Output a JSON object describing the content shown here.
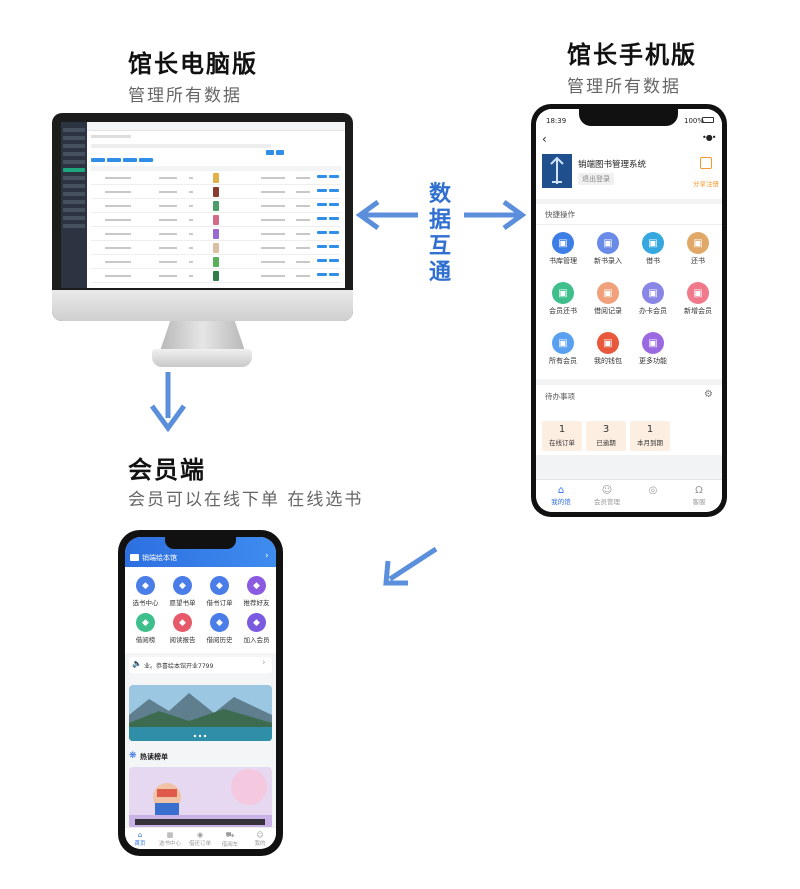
{
  "desktop": {
    "title": "馆长电脑版",
    "subtitle": "管理所有数据"
  },
  "mobile_admin": {
    "title": "馆长手机版",
    "subtitle": "管理所有数据",
    "status_time": "18:39",
    "battery": "100%",
    "app_name": "销端图书管理系统",
    "logout_label": "退出登录",
    "share_label": "分享注册",
    "quick_section": "快捷操作",
    "quick_items": [
      {
        "label": "书库管理",
        "color": "#3c7de6"
      },
      {
        "label": "新书录入",
        "color": "#6a8be8"
      },
      {
        "label": "借书",
        "color": "#35a8e0"
      },
      {
        "label": "还书",
        "color": "#e0a96a"
      },
      {
        "label": "会员还书",
        "color": "#3fbf8c"
      },
      {
        "label": "借阅记录",
        "color": "#f0a07a"
      },
      {
        "label": "办卡会员",
        "color": "#8a86e6"
      },
      {
        "label": "新增会员",
        "color": "#f07a8c"
      },
      {
        "label": "所有会员",
        "color": "#5aa0f0"
      },
      {
        "label": "我的钱包",
        "color": "#e8583c"
      },
      {
        "label": "更多功能",
        "color": "#9a6ae0"
      }
    ],
    "todo_section": "待办事项",
    "todos": [
      {
        "count": "1",
        "label": "在线订单"
      },
      {
        "count": "3",
        "label": "已逾期"
      },
      {
        "count": "1",
        "label": "本月到期"
      }
    ],
    "tabs": [
      "我的馆",
      "会员管理",
      "",
      "客服"
    ]
  },
  "sync_text": [
    "数",
    "据",
    "互",
    "通"
  ],
  "member": {
    "title": "会员端",
    "subtitle": "会员可以在线下单 在线选书",
    "header_title": "销端绘本馆",
    "grid": [
      {
        "label": "选书中心",
        "color": "#4a7de8"
      },
      {
        "label": "愿望书单",
        "color": "#4a7de8"
      },
      {
        "label": "借书订单",
        "color": "#4a7de8"
      },
      {
        "label": "推荐好友",
        "color": "#8a5ae0"
      },
      {
        "label": "借阅榜",
        "color": "#3fbf8c"
      },
      {
        "label": "阅读报告",
        "color": "#e65a6a"
      },
      {
        "label": "借阅历史",
        "color": "#4a7de8"
      },
      {
        "label": "加入会员",
        "color": "#7a5ae0"
      }
    ],
    "notice": "业。恭喜绘本馆开业7799",
    "hot_title": "热读榜单",
    "tabs": [
      "首页",
      "选书中心",
      "借还订单",
      "借阅车",
      "我的"
    ]
  },
  "colors": {
    "arrow": "#5b8fdc",
    "accent_blue": "#2d6fe0",
    "orange": "#f39a2f"
  }
}
